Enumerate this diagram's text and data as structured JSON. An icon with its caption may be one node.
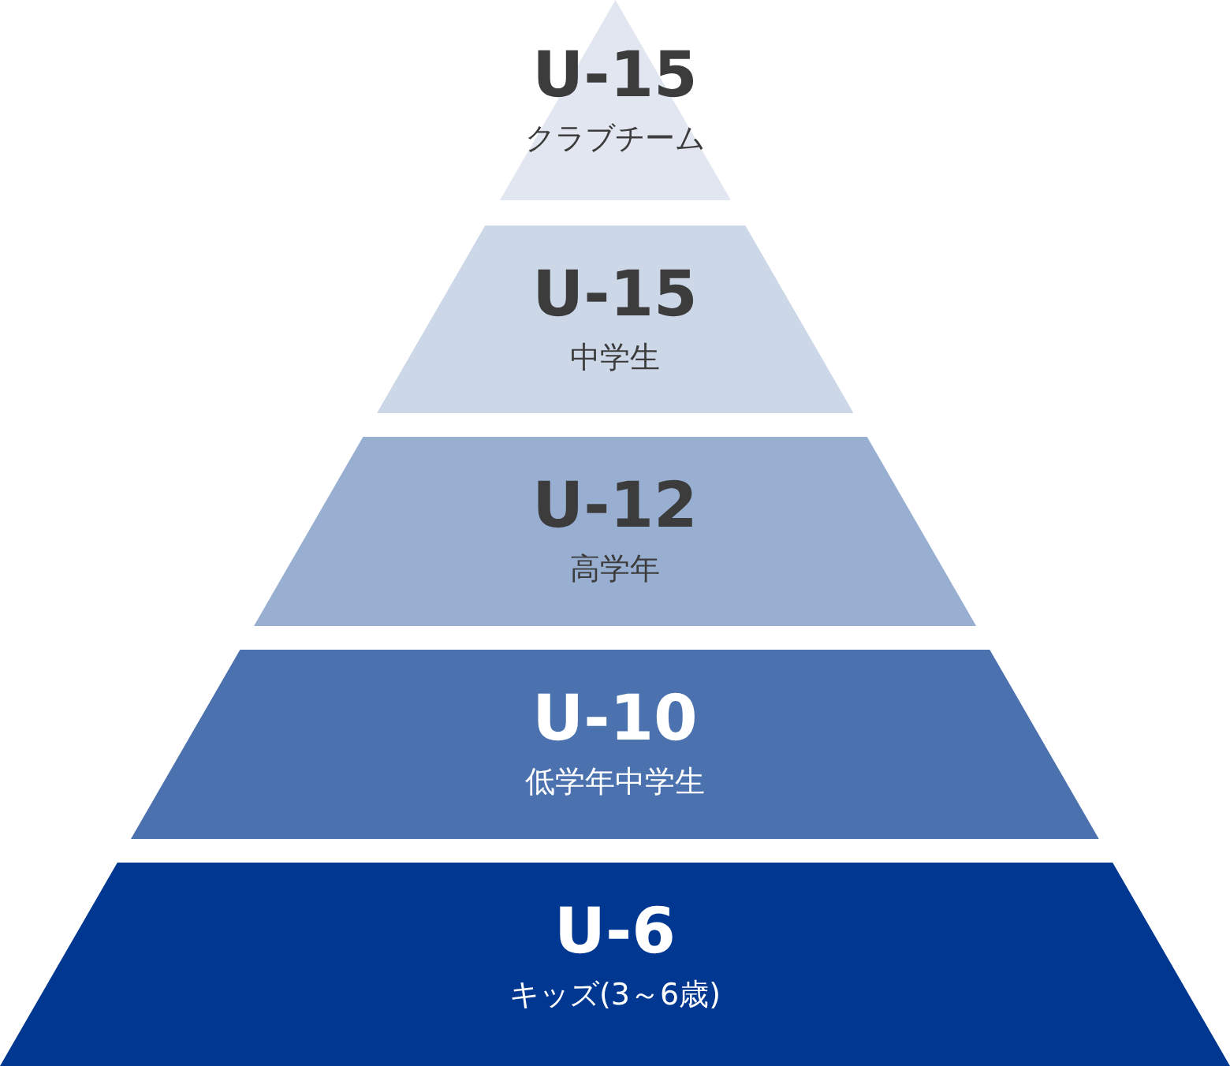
{
  "diagram": {
    "nodes": [
      {
        "text": [
          "U-15",
          "クラブチーム"
        ]
      },
      {
        "text": [
          "U-15",
          "中学生"
        ]
      },
      {
        "text": [
          "U-12",
          "高学年"
        ]
      },
      {
        "text": [
          "U-10",
          "低学年中学生"
        ]
      },
      {
        "text": [
          "U-6",
          "キッズ(3～6歳)"
        ]
      }
    ]
  }
}
